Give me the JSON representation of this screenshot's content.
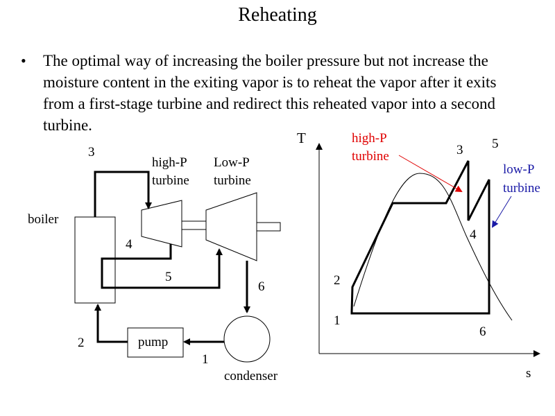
{
  "slide": {
    "title": "Reheating",
    "bullet": "The optimal way of increasing the boiler pressure but not increase the moisture content in the exiting vapor is to reheat the vapor after it exits from a first-stage turbine and redirect this reheated vapor into a second turbine."
  },
  "schematic": {
    "boiler_label": "boiler",
    "pump_label": "pump",
    "condenser_label": "condenser",
    "high_p_line1": "high-P",
    "high_p_line2": "turbine",
    "low_p_line1": "Low-P",
    "low_p_line2": "turbine",
    "state_labels": {
      "s1": "1",
      "s2": "2",
      "s3": "3",
      "s4": "4",
      "s5": "5",
      "s6": "6"
    }
  },
  "ts_diagram": {
    "axis_t_label": "T",
    "axis_s_label": "s",
    "high_p_line1": "high-P",
    "high_p_line2": "turbine",
    "low_p_line1": "low-P",
    "low_p_line2": "turbine",
    "state_labels": {
      "s1": "1",
      "s2": "2",
      "s3": "3",
      "s4": "4",
      "s5": "5",
      "s6": "6"
    },
    "colors": {
      "high_p": "#e00000",
      "low_p": "#1a1aa6"
    }
  }
}
